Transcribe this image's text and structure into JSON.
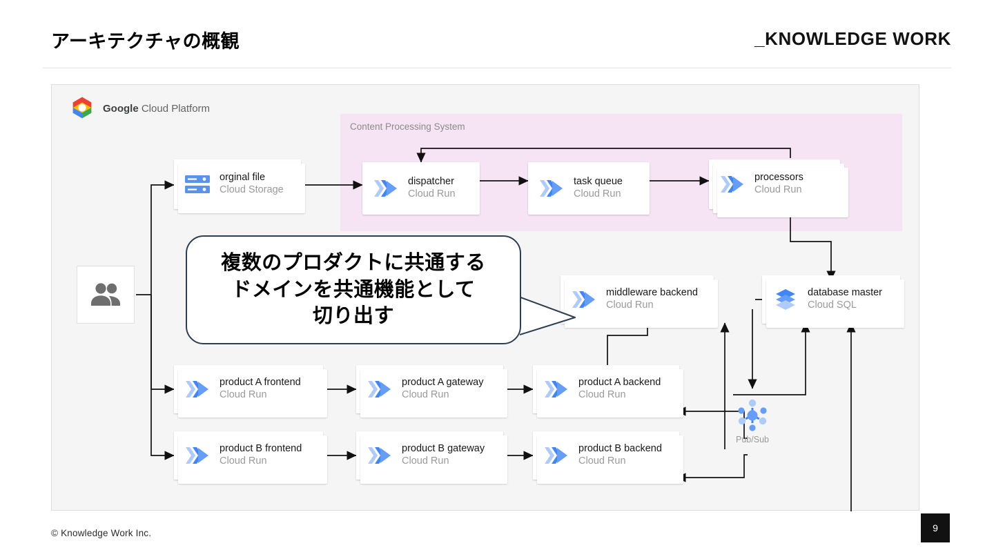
{
  "header": {
    "title": "アーキテクチャの概観",
    "brand": "_KNOWLEDGE WORK"
  },
  "footer": {
    "copyright": "© Knowledge Work Inc.",
    "page_number": "9"
  },
  "diagram": {
    "platform_label_bold": "Google",
    "platform_label_rest": " Cloud Platform",
    "subsystem_label": "Content Processing System",
    "callout_lines": [
      "複数のプロダクトに共通する",
      "ドメインを共通機能として",
      "切り出す"
    ],
    "actor": {
      "name": "users",
      "icon": "users-icon"
    },
    "pubsub": {
      "label": "Pub/Sub",
      "icon": "pubsub-icon"
    },
    "nodes": [
      {
        "id": "original-file",
        "title": "orginal file",
        "sub": "Cloud Storage",
        "icon": "cloud-storage-icon"
      },
      {
        "id": "dispatcher",
        "title": "dispatcher",
        "sub": "Cloud Run",
        "icon": "cloud-run-icon"
      },
      {
        "id": "task-queue",
        "title": "task queue",
        "sub": "Cloud Run",
        "icon": "cloud-run-icon"
      },
      {
        "id": "processors",
        "title": "processors",
        "sub": "Cloud Run",
        "icon": "cloud-run-icon"
      },
      {
        "id": "middleware-backend",
        "title": "middleware backend",
        "sub": "Cloud Run",
        "icon": "cloud-run-icon"
      },
      {
        "id": "database-master",
        "title": "database master",
        "sub": "Cloud SQL",
        "icon": "cloud-sql-icon"
      },
      {
        "id": "product-a-frontend",
        "title": "product A frontend",
        "sub": "Cloud Run",
        "icon": "cloud-run-icon"
      },
      {
        "id": "product-a-gateway",
        "title": "product A gateway",
        "sub": "Cloud Run",
        "icon": "cloud-run-icon"
      },
      {
        "id": "product-a-backend",
        "title": "product A backend",
        "sub": "Cloud Run",
        "icon": "cloud-run-icon"
      },
      {
        "id": "product-b-frontend",
        "title": "product B frontend",
        "sub": "Cloud Run",
        "icon": "cloud-run-icon"
      },
      {
        "id": "product-b-gateway",
        "title": "product B gateway",
        "sub": "Cloud Run",
        "icon": "cloud-run-icon"
      },
      {
        "id": "product-b-backend",
        "title": "product B backend",
        "sub": "Cloud Run",
        "icon": "cloud-run-icon"
      }
    ],
    "colors": {
      "subsystem_band": "#f6e4f4",
      "frame_background": "#f5f5f5",
      "cloud_run_blue": "#4285f4",
      "cloud_run_light": "#aecbfa",
      "callout_border": "#2c3e52",
      "page_badge": "#111111"
    }
  }
}
